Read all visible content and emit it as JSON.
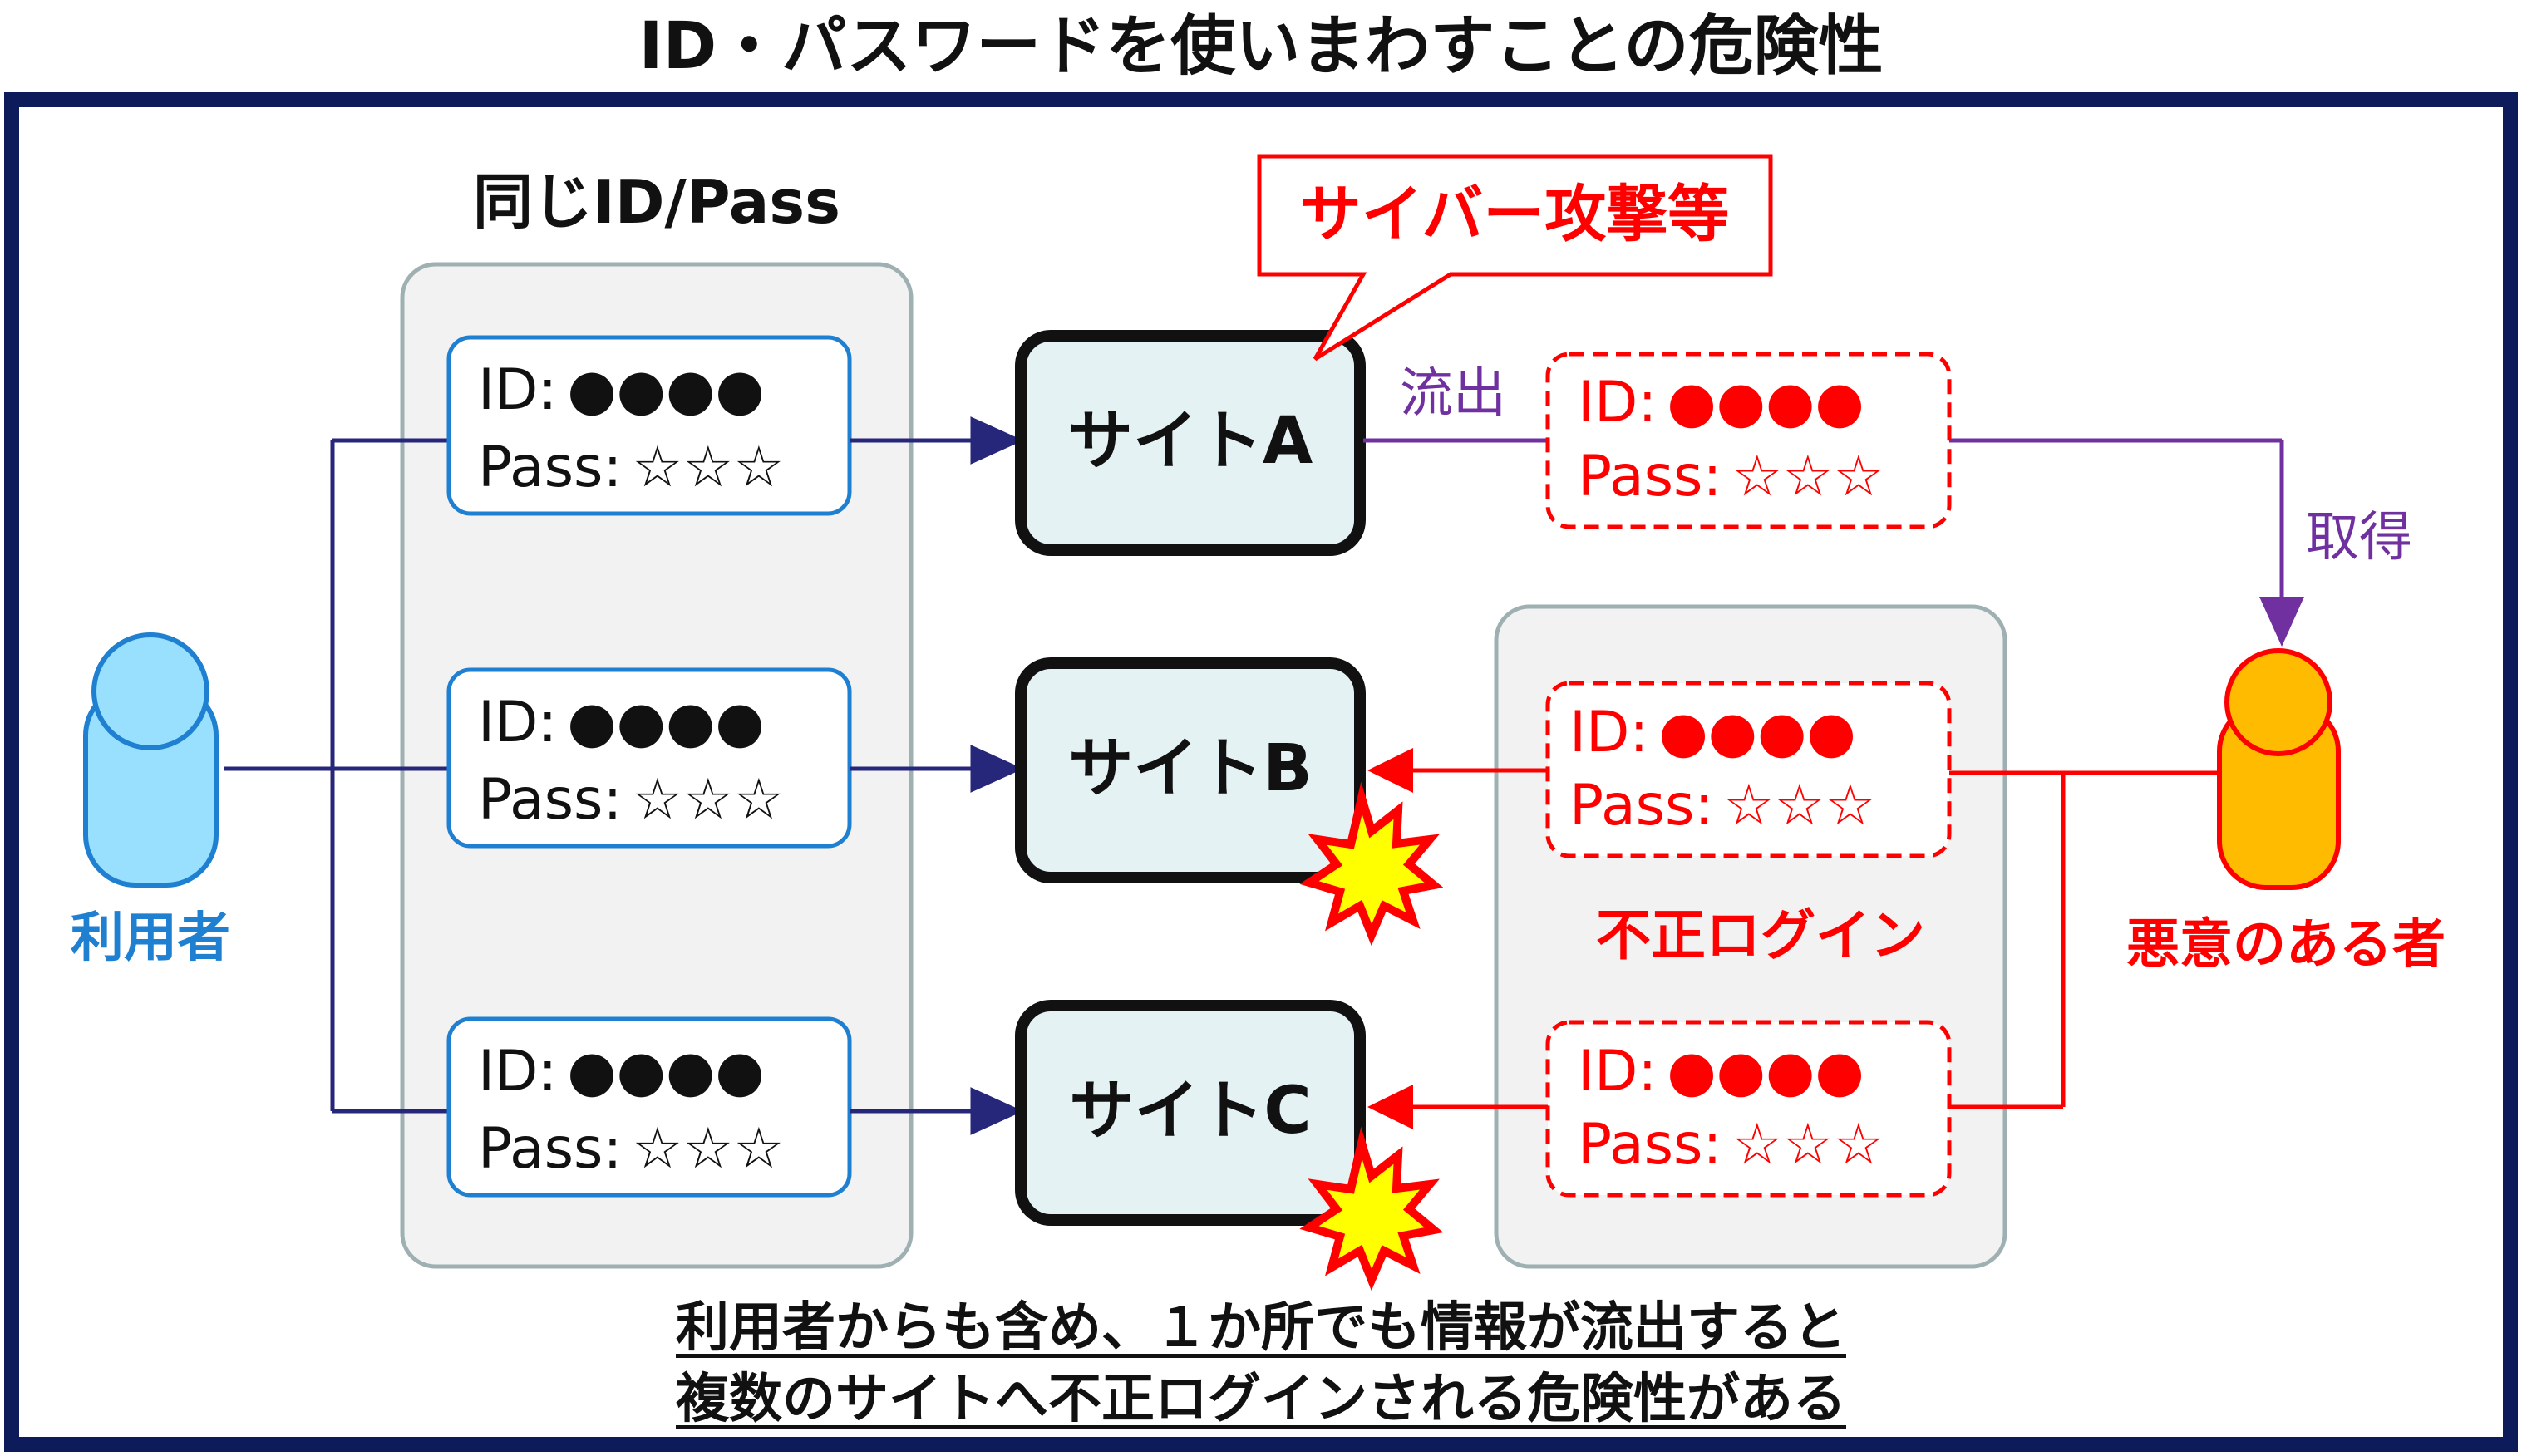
{
  "title": "ID・パスワードを使いまわすことの危険性",
  "group_label": "同じID/Pass",
  "credentials": {
    "id_label": "ID:",
    "id_mask": "●●●●",
    "pass_label": "Pass:",
    "pass_mask": "☆☆☆"
  },
  "sites": [
    "サイトA",
    "サイトB",
    "サイトC"
  ],
  "attack_callout": "サイバー攻撃等",
  "leak_label": "流出",
  "acquire_label": "取得",
  "unauthorized_login_label": "不正ログイン",
  "user_label": "利用者",
  "attacker_label": "悪意のある者",
  "footer_lines": [
    "利用者からも含め、１か所でも情報が流出すると",
    "複数のサイトへ不正ログインされる危険性がある"
  ],
  "colors": {
    "frame": "#0d1b5a",
    "line_navy": "#26267a",
    "user_blue": "#1f7fd1",
    "user_fill": "#99e0ff",
    "attacker_fill": "#ffbb00",
    "danger_red": "#ff0000",
    "leak_purple": "#7030a0",
    "site_fill": "#e4f2f4",
    "group_fill": "#f2f2f2",
    "group_stroke": "#9fb0b3"
  }
}
